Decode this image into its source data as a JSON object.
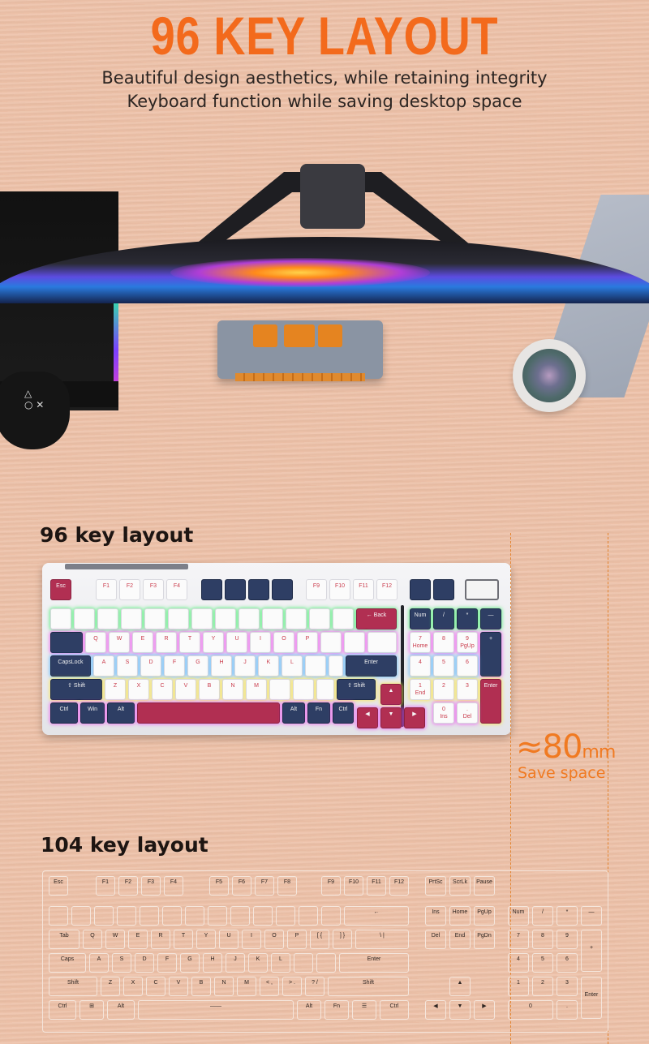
{
  "header": {
    "title": "96 KEY LAYOUT",
    "subtitle_line1": "Beautiful design aesthetics, while retaining integrity",
    "subtitle_line2": "Keyboard function while saving desktop space"
  },
  "colors": {
    "accent": "#f36a1c",
    "background": "#eec2a9",
    "key_navy": "#2e3e64",
    "key_red": "#b12f52",
    "key_white": "#fbfbfb"
  },
  "section96": {
    "label": "96 key layout",
    "keys": {
      "esc": "Esc",
      "f1": "F1",
      "f2": "F2",
      "f3": "F3",
      "f4": "F4",
      "f9": "F9",
      "f10": "F10",
      "f11": "F11",
      "f12": "F12",
      "back": "← Back",
      "num": "Num",
      "slash": "/",
      "star": "*",
      "minus": "—",
      "q": "Q",
      "w": "W",
      "e": "E",
      "r": "R",
      "t": "T",
      "y": "Y",
      "u": "U",
      "i": "I",
      "o": "O",
      "p": "P",
      "capslock": "CapsLock",
      "a": "A",
      "s": "S",
      "d": "D",
      "f": "F",
      "g": "G",
      "h": "H",
      "j": "J",
      "k": "K",
      "l": "L",
      "enter": "Enter",
      "shift_l": "⇧ Shift",
      "shift_r": "⇧ Shift",
      "z": "Z",
      "x": "X",
      "c": "C",
      "v": "V",
      "b": "B",
      "n": "N",
      "m": "M",
      "ctrl": "Ctrl",
      "win": "Win",
      "alt": "Alt",
      "alt_r": "Alt",
      "fn": "Fn",
      "ctrl_r": "Ctrl",
      "n7": "7",
      "home": "Home",
      "n8": "8",
      "n9": "9",
      "pgup": "PgUp",
      "plus": "+",
      "n4": "4",
      "n5": "5",
      "n6": "6",
      "n1": "1",
      "end": "End",
      "n2": "2",
      "n3": "3",
      "kenter": "Enter",
      "n0": "0",
      "ins": "Ins",
      "dot": ".",
      "del": "Del"
    }
  },
  "measurement": {
    "value": "≈80",
    "unit": "mm",
    "caption": "Save space"
  },
  "section104": {
    "label": "104 key layout",
    "keys": {
      "esc": "Esc",
      "f1": "F1",
      "f2": "F2",
      "f3": "F3",
      "f4": "F4",
      "f5": "F5",
      "f6": "F6",
      "f7": "F7",
      "f8": "F8",
      "f9": "F9",
      "f10": "F10",
      "f11": "F11",
      "f12": "F12",
      "prtsc": "PrtSc",
      "scrlk": "ScrLk",
      "pause": "Pause",
      "tab": "Tab",
      "q": "Q",
      "w": "W",
      "e": "E",
      "r": "R",
      "t": "T",
      "y": "Y",
      "u": "U",
      "i": "I",
      "o": "O",
      "p": "P",
      "brl": "[ {",
      "brr": "] }",
      "bslash": "\\ |",
      "del": "Del",
      "end": "End",
      "pgdn": "PgDn",
      "caps": "Caps",
      "a": "A",
      "s": "S",
      "d": "D",
      "f": "F",
      "g": "G",
      "h": "H",
      "j": "J",
      "k": "K",
      "l": "L",
      "enter": "Enter",
      "shift_l": "Shift",
      "z": "Z",
      "x": "X",
      "c": "C",
      "v": "V",
      "b": "B",
      "n": "N",
      "m": "M",
      "lt": "< ,",
      "gt": "> .",
      "qm": "? /",
      "shift_r": "Shift",
      "ctrl": "Ctrl",
      "alt": "Alt",
      "alt_r": "Alt",
      "fn": "Fn",
      "ctrl_r": "Ctrl",
      "ins": "Ins",
      "home": "Home",
      "pgup": "PgUp",
      "num": "Num",
      "slash": "/",
      "star": "*",
      "minus": "—",
      "plus": "+",
      "kenter": "Enter",
      "n7": "7",
      "n8": "8",
      "n9": "9",
      "n4": "4",
      "n5": "5",
      "n6": "6",
      "n1": "1",
      "n2": "2",
      "n3": "3",
      "n0": "0",
      "dot": "."
    }
  }
}
